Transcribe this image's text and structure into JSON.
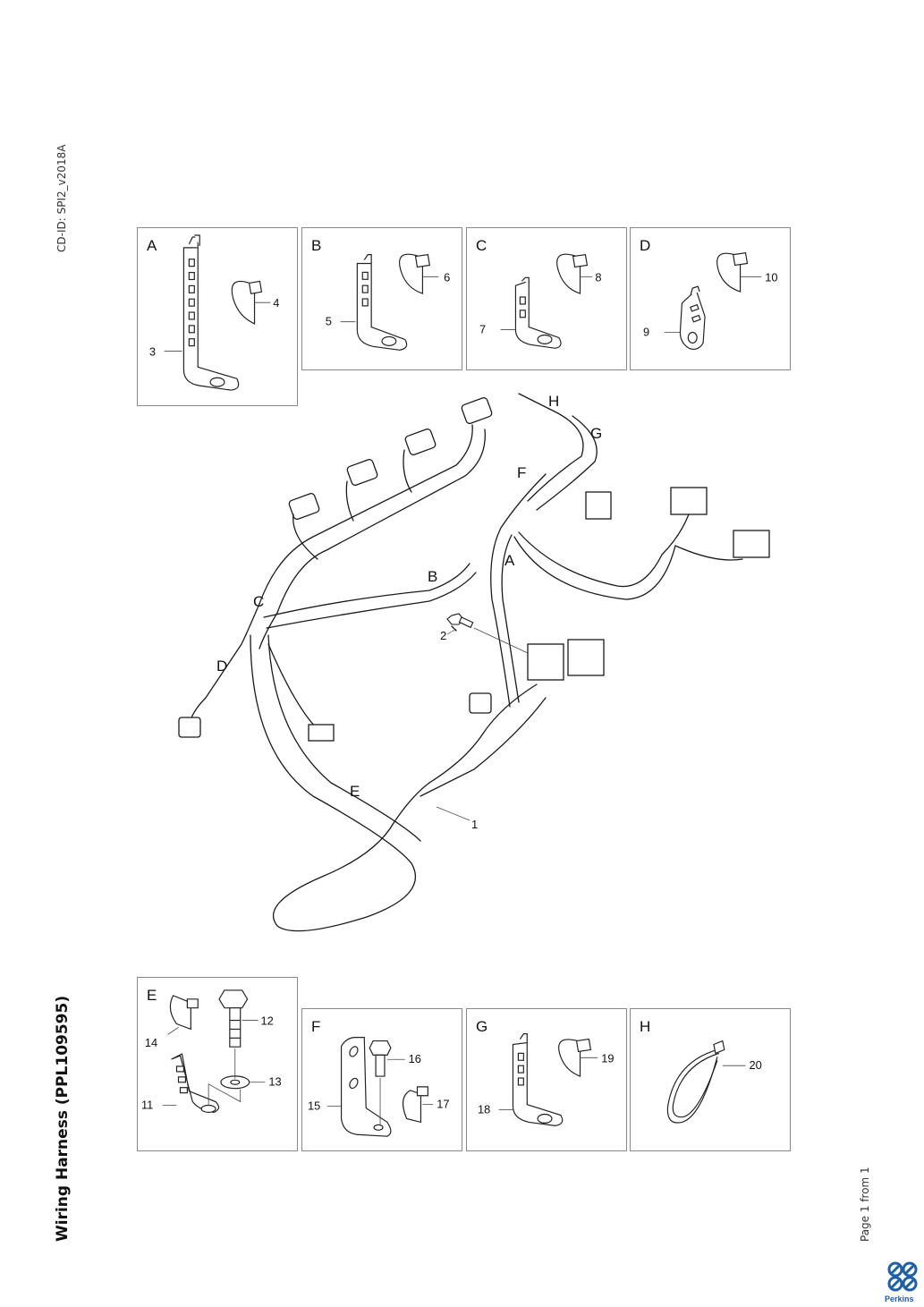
{
  "document": {
    "cd_id": "CD-ID: SPI2_v2018A",
    "title": "Wiring Harness (PPL109595)",
    "page_indicator": "Page 1 from 1",
    "brand": "Perkins",
    "brand_color": "#1f5fa8"
  },
  "detail_panels": [
    {
      "letter": "A",
      "callouts": [
        "3",
        "4"
      ],
      "parts": [
        "tall cable bracket",
        "cable tie clip"
      ]
    },
    {
      "letter": "B",
      "callouts": [
        "5",
        "6"
      ],
      "parts": [
        "cable bracket",
        "cable tie clip"
      ]
    },
    {
      "letter": "C",
      "callouts": [
        "7",
        "8"
      ],
      "parts": [
        "short cable bracket",
        "cable tie clip"
      ]
    },
    {
      "letter": "D",
      "callouts": [
        "9",
        "10"
      ],
      "parts": [
        "angled flat bracket",
        "cable tie clip"
      ]
    },
    {
      "letter": "E",
      "callouts": [
        "11",
        "12",
        "13",
        "14"
      ],
      "parts": [
        "angled bracket",
        "flange bolt",
        "washer",
        "cable tie clip"
      ]
    },
    {
      "letter": "F",
      "callouts": [
        "15",
        "16",
        "17"
      ],
      "parts": [
        "L-bracket",
        "flange bolt",
        "cable tie clip"
      ]
    },
    {
      "letter": "G",
      "callouts": [
        "18",
        "19"
      ],
      "parts": [
        "cable bracket",
        "cable tie clip"
      ]
    },
    {
      "letter": "H",
      "callouts": [
        "20"
      ],
      "parts": [
        "cable tie"
      ]
    }
  ],
  "main_diagram": {
    "location_labels": [
      "A",
      "B",
      "C",
      "D",
      "E",
      "F",
      "G",
      "H"
    ],
    "callouts": [
      "1",
      "2"
    ]
  }
}
